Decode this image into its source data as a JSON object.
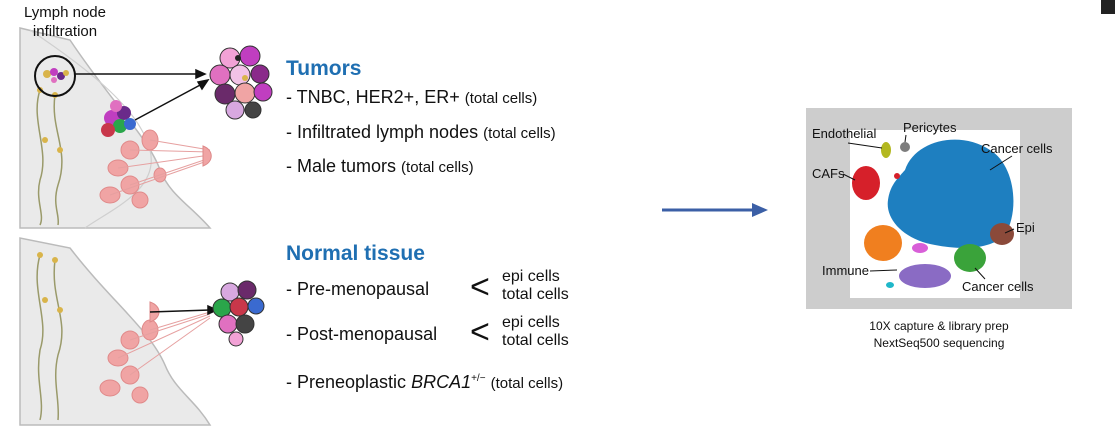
{
  "lymph_node_label": [
    "Lymph node",
    "infiltration"
  ],
  "tumors": {
    "heading": "Tumors",
    "items": [
      {
        "main": "- TNBC, HER2+, ER+",
        "note": "(total cells)"
      },
      {
        "main": "- Infiltrated lymph nodes",
        "note": "(total cells)"
      },
      {
        "main": "- Male tumors",
        "note": "(total cells)"
      }
    ]
  },
  "normal": {
    "heading": "Normal tissue",
    "items": [
      {
        "main": "- Pre-menopausal",
        "bracket": "<",
        "sub1": "epi cells",
        "sub2": "total cells"
      },
      {
        "main": "- Post-menopausal",
        "bracket": "<",
        "sub1": "epi cells",
        "sub2": "total cells"
      }
    ],
    "last": {
      "prefix": "- Preneoplastic ",
      "gene": "BRCA1",
      "sup": "+/−",
      "note": "(total cells)"
    }
  },
  "tsne": {
    "labels": {
      "endothelial": "Endothelial",
      "pericytes": "Pericytes",
      "cancer_top": "Cancer cells",
      "cafs": "CAFs",
      "epi": "Epi",
      "immune": "Immune",
      "cancer_bottom": "Cancer cells"
    },
    "colors": {
      "cancer": "#1e7fc0",
      "caf": "#d6202a",
      "endothelial": "#b3b820",
      "pericyte": "#7d7d7d",
      "epi": "#8b4a3a",
      "immune": "#f07f1f",
      "purple": "#8a6bc4",
      "green": "#3aa33a",
      "pink": "#d85fd8",
      "cyan": "#1fb7c9"
    }
  },
  "caption": [
    "10X capture & library prep",
    "NextSeq500 sequencing"
  ],
  "colors": {
    "heading": "#1f6fb2",
    "arrow": "#3b5fa6",
    "tissue": "#f0a4a4"
  }
}
